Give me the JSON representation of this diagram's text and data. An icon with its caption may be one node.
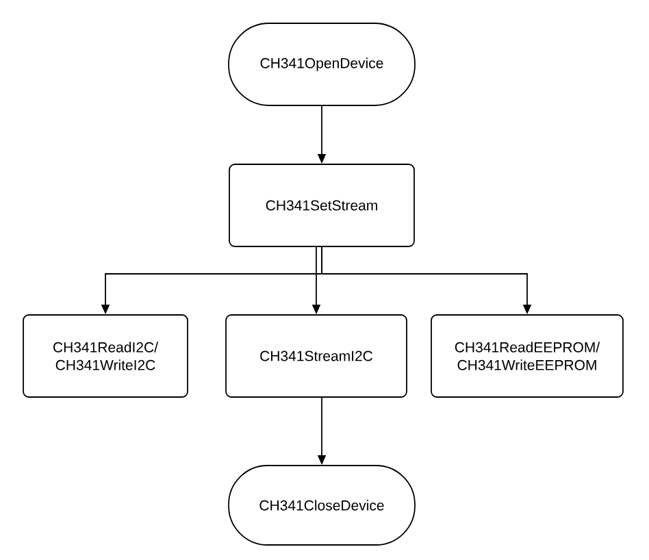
{
  "diagram": {
    "nodes": [
      {
        "text": [
          "CH341OpenDevice"
        ]
      },
      {
        "text": [
          "CH341SetStream"
        ]
      },
      {
        "text": [
          "CH341ReadI2C/ CH341WriteI2C"
        ]
      },
      {
        "text": [
          "CH341StreamI2C"
        ]
      },
      {
        "text": [
          "CH341ReadEEPROM/ CH341WriteEEPROM"
        ]
      },
      {
        "text": [
          "CH341CloseDevice"
        ]
      }
    ],
    "edges": [
      {
        "from": 0,
        "to": 1,
        "arrow": "to"
      },
      {
        "from": 1,
        "to": 2,
        "arrow": "to"
      },
      {
        "from": 1,
        "to": 3,
        "arrow": "to"
      },
      {
        "from": 1,
        "to": 4,
        "arrow": "to"
      },
      {
        "from": 3,
        "to": 5,
        "arrow": "to"
      }
    ]
  }
}
